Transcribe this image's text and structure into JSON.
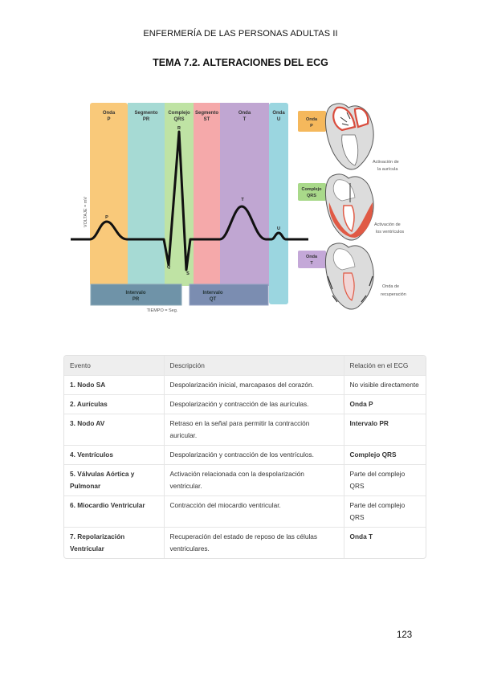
{
  "header": "ENFERMERÍA DE LAS PERSONAS ADULTAS II",
  "title": "TEMA 7.2. ALTERACIONES DEL ECG",
  "figure": {
    "bands": [
      {
        "line1": "Onda",
        "line2": "P",
        "color": "#f9c97a"
      },
      {
        "line1": "Segmento",
        "line2": "PR",
        "color": "#a6dad4"
      },
      {
        "line1": "Complejo",
        "line2": "QRS",
        "color": "#bfe3a4"
      },
      {
        "line1": "Segmento",
        "line2": "ST",
        "color": "#f5a9aa"
      },
      {
        "line1": "Onda",
        "line2": "T",
        "color": "#c0a6d2"
      },
      {
        "line1": "Onda",
        "line2": "U",
        "color": "#9bd6e0"
      }
    ],
    "wave_labels": {
      "p": "P",
      "r": "R",
      "q": "Q",
      "s": "S",
      "t": "T",
      "u": "U"
    },
    "y_axis_label": "VOLTAJE = mV",
    "x_axis_label": "TIEMPO = Seg.",
    "interval_pr": {
      "line1": "Intervalo",
      "line2": "PR"
    },
    "interval_qt": {
      "line1": "Intervalo",
      "line2": "QT"
    },
    "heart_items": [
      {
        "tag1": "Onda",
        "tag2": "P",
        "tag_color": "#f5b85c",
        "cap1": "Activación de",
        "cap2": "la aurícula"
      },
      {
        "tag1": "Complejo",
        "tag2": "QRS",
        "tag_color": "#a9d98a",
        "cap1": "Activación de",
        "cap2": "los ventrículos"
      },
      {
        "tag1": "Onda",
        "tag2": "T",
        "tag_color": "#c4a8d8",
        "cap1": "Onda de",
        "cap2": "recuperación"
      }
    ]
  },
  "table": {
    "headers": [
      "Evento",
      "Descripción",
      "Relación en el ECG"
    ],
    "rows": [
      {
        "event": "1. Nodo SA",
        "desc": "Despolarización inicial, marcapasos del corazón.",
        "rel": "No visible directamente",
        "rel_bold": false
      },
      {
        "event": "2. Aurículas",
        "desc": "Despolarización y contracción de las aurículas.",
        "rel": "Onda P",
        "rel_bold": true
      },
      {
        "event": "3. Nodo AV",
        "desc": "Retraso en la señal para permitir la contracción auricular.",
        "rel": "Intervalo PR",
        "rel_bold": true
      },
      {
        "event": "4. Ventrículos",
        "desc": "Despolarización y contracción de los ventrículos.",
        "rel": "Complejo QRS",
        "rel_bold": true
      },
      {
        "event": "5. Válvulas Aórtica y Pulmonar",
        "desc": "Activación relacionada con la despolarización ventricular.",
        "rel": "Parte del complejo QRS",
        "rel_bold": false
      },
      {
        "event": "6. Miocardio Ventricular",
        "desc": "Contracción del miocardio ventricular.",
        "rel": "Parte del complejo QRS",
        "rel_bold": false
      },
      {
        "event": "7. Repolarización Ventricular",
        "desc": "Recuperación del estado de reposo de las células ventriculares.",
        "rel": "Onda T",
        "rel_bold": true
      }
    ]
  },
  "page_number": "123"
}
